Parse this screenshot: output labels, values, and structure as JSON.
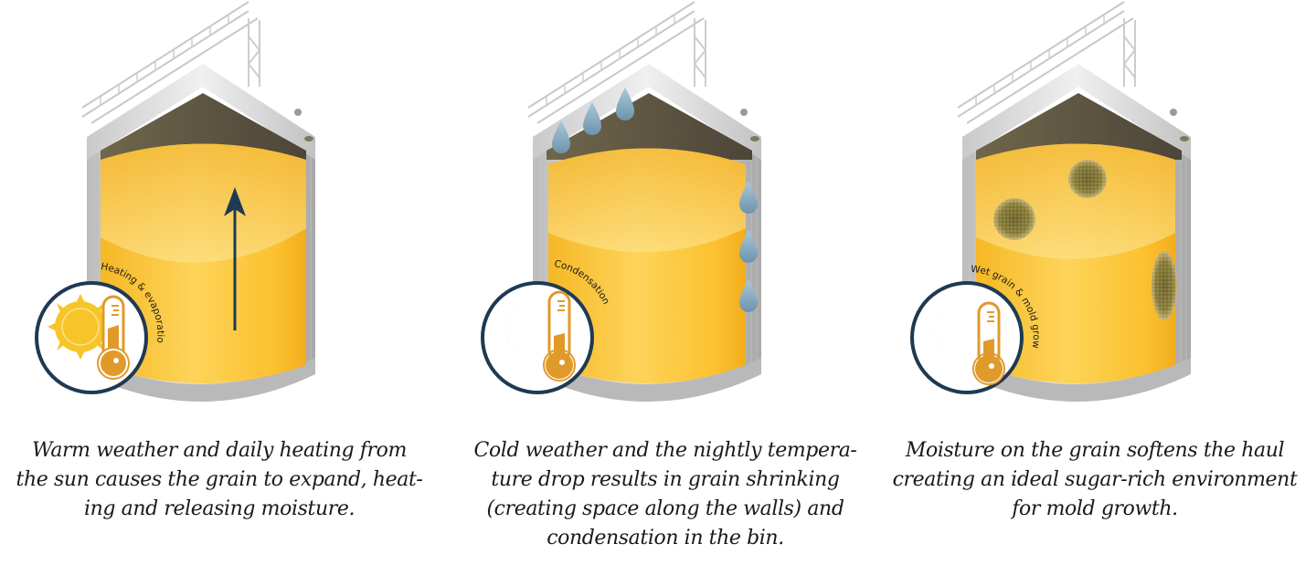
{
  "panels": [
    {
      "id": "heating",
      "badge_label": "Heating & evaporation",
      "weather_icon": "sun-icon",
      "effect_icon": "up-arrow-icon",
      "caption_lines": [
        "Warm weather and daily heating from",
        "the sun causes the grain to expand, heat-",
        "ing and releasing moisture."
      ]
    },
    {
      "id": "condensation",
      "badge_label": "Condensation",
      "weather_icon": "moon-icon",
      "effect_icon": "water-droplet-icon",
      "caption_lines": [
        "Cold weather and the nightly tempera-",
        "ture drop results in grain shrinking",
        "(creating space along the walls)  and",
        "condensation in the bin."
      ]
    },
    {
      "id": "mold",
      "badge_label": "Wet grain & mold growht",
      "weather_icon": "moon-icon",
      "effect_icon": "mold-spot-icon",
      "caption_lines": [
        "Moisture on the grain softens the haul",
        "creating an ideal sugar-rich environment",
        "for mold growth."
      ]
    }
  ],
  "colors": {
    "grain": "#fbc02d",
    "grain_light": "#fdd868",
    "navy": "#1e3a52",
    "thermometer": "#e09a2a",
    "sun": "#f7c52a",
    "droplet": "#8fb5cc",
    "steel": "#d4d4d4",
    "roof_inner": "#5e5544"
  }
}
